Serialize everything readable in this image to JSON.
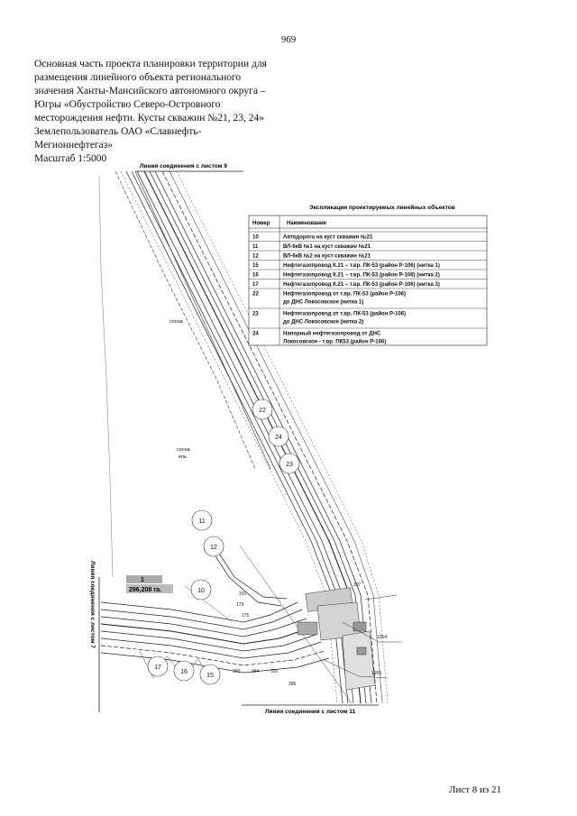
{
  "page_number": "969",
  "header_lines": [
    "Основная часть проекта планировки территории для",
    "размещения линейного объекта регионального",
    "значения Ханты-Мансийского автономного округа –",
    "Югры  «Обустройство Северо-Островного",
    "месторождения нефти. Кусты скважин №21, 23, 24»",
    "Землепользователь ОАО «Славнефть-",
    "Мегионнефтегаз»",
    "Масштаб 1:5000"
  ],
  "map": {
    "connect_top": "Линия соединения с листом 9",
    "connect_left": "Линия соединения с листом 7",
    "connect_bottom": "Линия соединения с листом 11",
    "area_id": "1",
    "area_value": "296,208 га.",
    "forest_labels": [
      "сосна",
      "сосна\nель"
    ],
    "circle_labels": [
      "22",
      "24",
      "23",
      "11",
      "12",
      "10",
      "17",
      "16",
      "15"
    ],
    "small_labels": [
      "191",
      "173",
      "175",
      "393",
      "394",
      "395",
      "396",
      "397",
      "1954",
      "1955"
    ]
  },
  "legend": {
    "title": "Экспликация  проектируемых линейных объектов",
    "col_number": "Номер",
    "col_name": "Наименование",
    "rows": [
      {
        "num": "10",
        "name": [
          "Автодорога на куст скважин №21"
        ]
      },
      {
        "num": "11",
        "name": [
          "ВЛ-6кВ №1 на куст скважин №21"
        ]
      },
      {
        "num": "12",
        "name": [
          "ВЛ-6кВ №2 на куст скважин №21"
        ]
      },
      {
        "num": "15",
        "name": [
          "Нефтегазопровод К.21 – т.вр. ПК-53 (район Р-106) (нитка 1)"
        ]
      },
      {
        "num": "16",
        "name": [
          "Нефтегазопровод К.21 – т.вр. ПК-53 (район Р-106) (нитка 2)"
        ]
      },
      {
        "num": "17",
        "name": [
          "Нефтегазопровод К.21 – т.вр. ПК-53 (район Р-106) (нитка 3)"
        ]
      },
      {
        "num": "22",
        "name": [
          "Нефтегазопровод от т.вр. ПК-53 (район Р-106)",
          "до ДНС Локосовское (нитка 1)"
        ]
      },
      {
        "num": "23",
        "name": [
          "Нефтегазопровод от т.вр. ПК-53 (район Р-106)",
          "до ДНС Локосовское (нитка 2)"
        ]
      },
      {
        "num": "24",
        "name": [
          "Напорный нефтегазопровод от ДНС",
          "Локосовское - т.вр. ПК53 (район Р-106)"
        ]
      }
    ]
  },
  "footer": "Лист 8 из 21"
}
